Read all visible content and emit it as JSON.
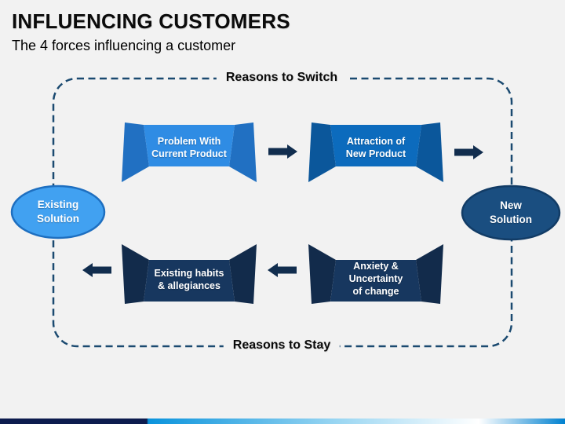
{
  "slide": {
    "title": "INFLUENCING CUSTOMERS",
    "subtitle": "The 4 forces influencing a customer"
  },
  "diagram": {
    "border_color": "#1B4A70",
    "top_label": "Reasons to Switch",
    "bottom_label": "Reasons to Stay",
    "arrow_color": "#112D4E",
    "left_ellipse": {
      "label": "Existing\nSolution",
      "fill": "#41A1F1",
      "border": "#1E6FC0",
      "text_color": "#FFFFFF"
    },
    "right_ellipse": {
      "label": "New\nSolution",
      "fill": "#1A4E80",
      "border": "#123C66",
      "text_color": "#FFFFFF"
    },
    "boxes": [
      {
        "label": "Problem With\nCurrent Product",
        "fill": "#2F8CE4",
        "flap": "#2170C2"
      },
      {
        "label": "Attraction of\nNew Product",
        "fill": "#0C6BBD",
        "flap": "#0B579B"
      },
      {
        "label": "Existing habits\n& allegiances",
        "fill": "#17375F",
        "flap": "#122B4B"
      },
      {
        "label": "Anxiety &\nUncertainty\nof change",
        "fill": "#17375F",
        "flap": "#122B4B"
      }
    ]
  },
  "footer": {
    "navy": "#0D1C4E",
    "bright_blue": "#0A93DC",
    "light_blue": "#9AD6F2",
    "white": "#FFFFFF",
    "end_blue": "#0081D0"
  }
}
